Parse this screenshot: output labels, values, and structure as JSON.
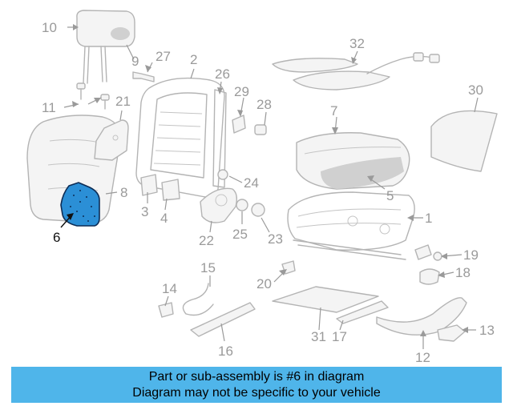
{
  "callouts": [
    {
      "id": "1",
      "label": "1"
    },
    {
      "id": "2",
      "label": "2"
    },
    {
      "id": "3",
      "label": "3"
    },
    {
      "id": "4",
      "label": "4"
    },
    {
      "id": "5",
      "label": "5"
    },
    {
      "id": "6",
      "label": "6",
      "highlighted": true
    },
    {
      "id": "7",
      "label": "7"
    },
    {
      "id": "8",
      "label": "8"
    },
    {
      "id": "9",
      "label": "9"
    },
    {
      "id": "10",
      "label": "10"
    },
    {
      "id": "11",
      "label": "11"
    },
    {
      "id": "12",
      "label": "12"
    },
    {
      "id": "13",
      "label": "13"
    },
    {
      "id": "14",
      "label": "14"
    },
    {
      "id": "15",
      "label": "15"
    },
    {
      "id": "16",
      "label": "16"
    },
    {
      "id": "17",
      "label": "17"
    },
    {
      "id": "18",
      "label": "18"
    },
    {
      "id": "19",
      "label": "19"
    },
    {
      "id": "20",
      "label": "20"
    },
    {
      "id": "21",
      "label": "21"
    },
    {
      "id": "22",
      "label": "22"
    },
    {
      "id": "23",
      "label": "23"
    },
    {
      "id": "24",
      "label": "24"
    },
    {
      "id": "25",
      "label": "25"
    },
    {
      "id": "26",
      "label": "26"
    },
    {
      "id": "27",
      "label": "27"
    },
    {
      "id": "28",
      "label": "28"
    },
    {
      "id": "29",
      "label": "29"
    },
    {
      "id": "30",
      "label": "30"
    },
    {
      "id": "31",
      "label": "31"
    },
    {
      "id": "32",
      "label": "32"
    }
  ],
  "colors": {
    "highlight_fill": "#2b8fd6",
    "highlight_outline": "#0c2c55",
    "line_art": "#b4b4b4",
    "callout_text": "#9a9a9a",
    "banner_background": "#4fb5ea"
  },
  "banner": {
    "line1": "Part or sub-assembly is #6 in diagram",
    "line2": "Diagram may not be specific to your vehicle"
  }
}
